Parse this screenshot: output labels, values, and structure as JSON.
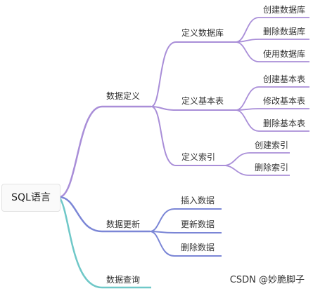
{
  "root": {
    "label": "SQL语言"
  },
  "branches": [
    {
      "label": "数据定义",
      "color": "#a98ed8",
      "children": [
        {
          "label": "定义数据库",
          "children": [
            "创建数据库",
            "删除数据库",
            "使用数据库"
          ]
        },
        {
          "label": "定义基本表",
          "children": [
            "创建基本表",
            "修改基本表",
            "删除基本表"
          ]
        },
        {
          "label": "定义索引",
          "children": [
            "创建索引",
            "删除索引"
          ]
        }
      ]
    },
    {
      "label": "数据更新",
      "color": "#7b86d6",
      "children": [
        {
          "label": "插入数据",
          "children": []
        },
        {
          "label": "更新数据",
          "children": []
        },
        {
          "label": "删除数据",
          "children": []
        }
      ]
    },
    {
      "label": "数据查询",
      "color": "#6fc8c8",
      "children": []
    }
  ],
  "watermark": "CSDN @妙脆脚子"
}
